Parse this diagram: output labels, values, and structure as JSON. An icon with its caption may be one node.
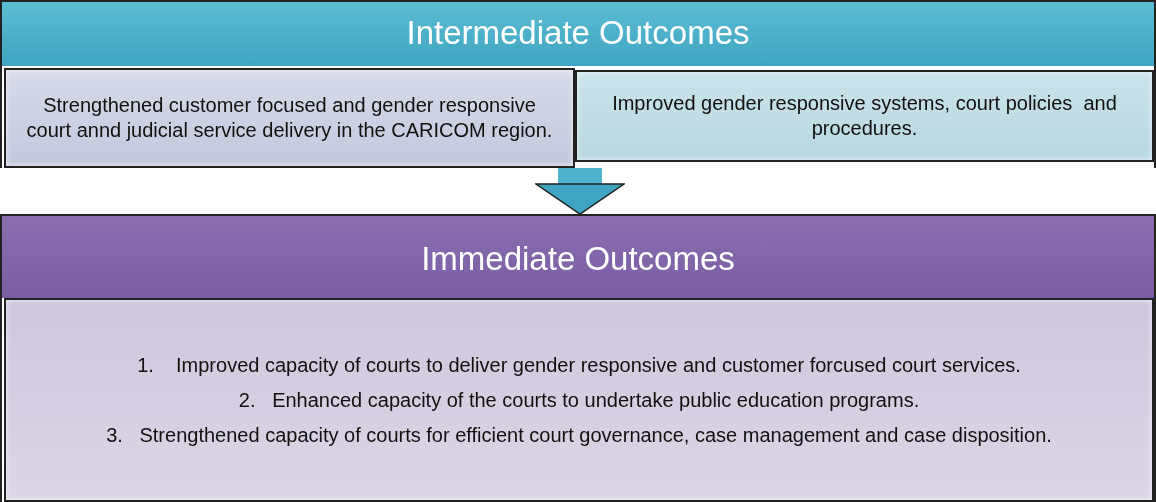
{
  "diagram": {
    "nodes": [
      {
        "text": [
          "Intermediate Outcomes"
        ]
      },
      {
        "text": [
          "Strengthened customer focused and gender responsive court annd judicial service delivery in the CARICOM region."
        ],
        "in": 0
      },
      {
        "text": [
          "Improved gender responsive systems, court policies  and procedures."
        ],
        "in": 0
      },
      {
        "text": [
          "Immediate Outcomes"
        ]
      },
      {
        "text": [
          "1.    Improved capacity of courts to deliver gender responsive and customer forcused court services.",
          "2.   Enhanced capacity of the courts to undertake public education programs.",
          "3.   Strengthened capacity of courts for efficient court governance, case management and case disposition."
        ],
        "in": 3
      }
    ],
    "edges": [
      {
        "from": 0,
        "to": 3,
        "arrow": "to"
      }
    ]
  }
}
